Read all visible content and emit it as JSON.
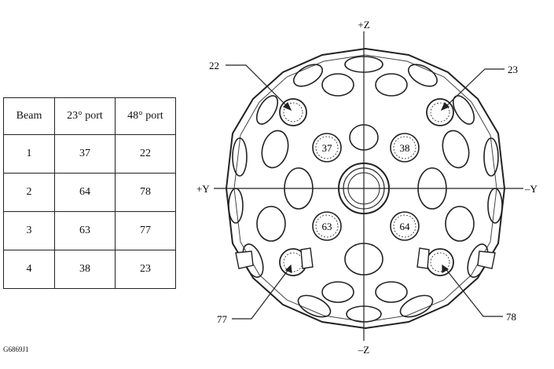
{
  "table": {
    "headers": [
      "Beam",
      "23° port",
      "48° port"
    ],
    "rows": [
      [
        "1",
        "37",
        "22"
      ],
      [
        "2",
        "64",
        "78"
      ],
      [
        "3",
        "63",
        "77"
      ],
      [
        "4",
        "38",
        "23"
      ]
    ]
  },
  "figure_id": "G6869J1",
  "axes": {
    "pos_z": "+Z",
    "neg_z": "–Z",
    "pos_y": "+Y",
    "neg_y": "–Y"
  },
  "port_labels": {
    "p37": "37",
    "p38": "38",
    "p63": "63",
    "p64": "64"
  },
  "callouts": {
    "c22": "22",
    "c23": "23",
    "c77": "77",
    "c78": "78"
  }
}
